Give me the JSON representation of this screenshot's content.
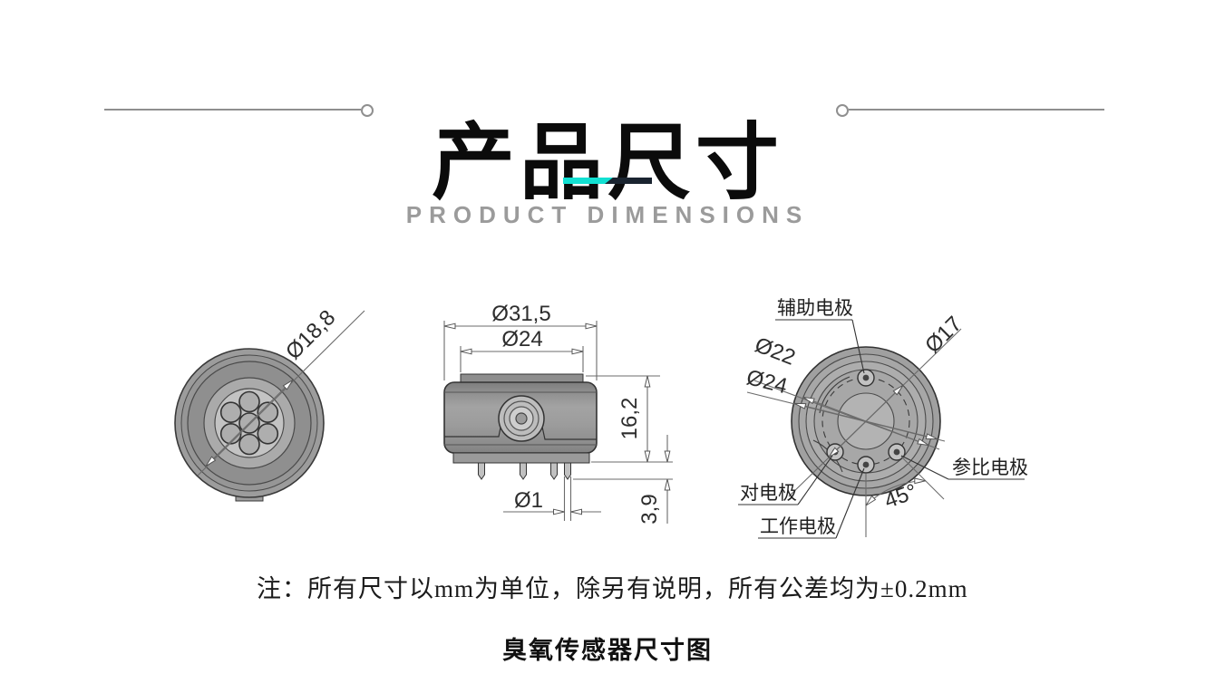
{
  "header": {
    "title": "产品尺寸",
    "subtitle": "PRODUCT DIMENSIONS",
    "accent_colors": {
      "teal": "#12e0d2",
      "dark": "#1a2430"
    }
  },
  "figures": {
    "top_view": {
      "diameter_label": "Ø18,8"
    },
    "side_view": {
      "outer_diameter": "Ø31,5",
      "cap_diameter": "Ø24",
      "body_height": "16,2",
      "pin_length": "3,9",
      "pin_diameter": "Ø1"
    },
    "bottom_view": {
      "electrodes": {
        "auxiliary": "辅助电极",
        "counter": "对电极",
        "working": "工作电极",
        "reference": "参比电极"
      },
      "dimensions": {
        "inner_diameter": "Ø17",
        "mid_diameter": "Ø22",
        "outer_diameter": "Ø24",
        "pin_angle": "45°"
      }
    }
  },
  "note": "注：所有尺寸以mm为单位，除另有说明，所有公差均为±0.2mm",
  "caption": "臭氧传感器尺寸图"
}
